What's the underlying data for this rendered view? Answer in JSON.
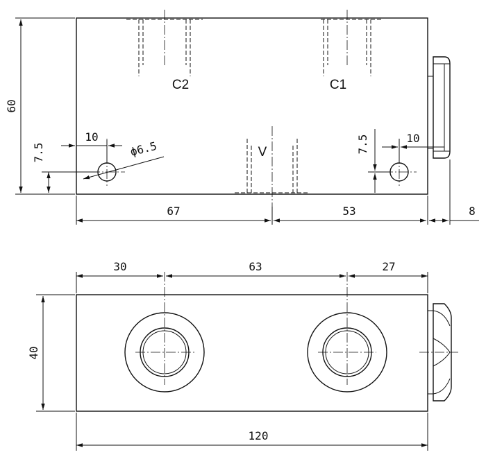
{
  "top_view": {
    "port_labels": {
      "c2": "C2",
      "c1": "C1",
      "v": "V"
    },
    "dims": {
      "height": "60",
      "left_hole_offset": "7.5",
      "left_hole_x": "10",
      "hole_diameter": "ϕ6.5",
      "right_hole_offset": "7.5",
      "right_hole_x": "10",
      "left_span": "67",
      "right_span": "53",
      "fitting_length": "8"
    }
  },
  "bottom_view": {
    "dims": {
      "span_left": "30",
      "span_middle": "63",
      "span_right": "27",
      "height": "40",
      "total_length": "120"
    }
  }
}
